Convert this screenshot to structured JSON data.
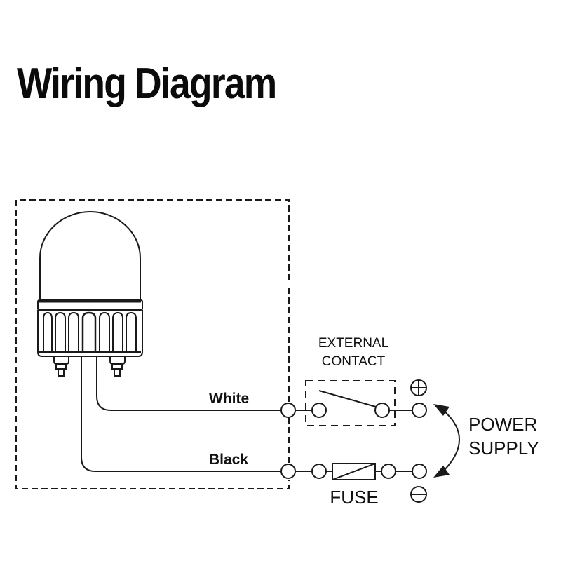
{
  "title": "Wiring Diagram",
  "labels": {
    "white_wire": "White",
    "black_wire": "Black",
    "external_contact_line1": "EXTERNAL",
    "external_contact_line2": "CONTACT",
    "fuse": "FUSE",
    "power_supply_line1": "POWER",
    "power_supply_line2": "SUPPLY"
  },
  "polarity": {
    "positive": "plus-terminal",
    "negative": "minus-terminal"
  },
  "colors": {
    "line": "#1a1a1a",
    "background": "#ffffff"
  }
}
